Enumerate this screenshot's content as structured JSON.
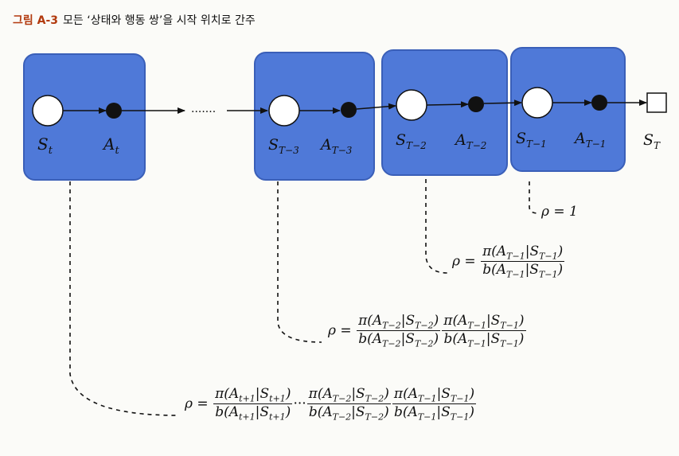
{
  "caption": {
    "label": "그림 A-3",
    "text": "모든 ‘상태와 행동 쌍’을 시작 위치로 간주"
  },
  "nodes": {
    "s_t": "S",
    "s_t_sub": "t",
    "a_t": "A",
    "a_t_sub": "t",
    "s_t3": "S",
    "s_t3_sub": "T−3",
    "a_t3": "A",
    "a_t3_sub": "T−3",
    "s_t2": "S",
    "s_t2_sub": "T−2",
    "a_t2": "A",
    "a_t2_sub": "T−2",
    "s_t1": "S",
    "s_t1_sub": "T−1",
    "a_t1": "A",
    "a_t1_sub": "T−1",
    "s_T": "S",
    "s_T_sub": "T"
  },
  "ellipsis": "·······",
  "formulas": {
    "rho1": "ρ = 1",
    "rho_lhs": "ρ =",
    "pi_t1": "π(A_{T−1}|S_{T−1})",
    "b_t1": "b(A_{T−1}|S_{T−1})",
    "pi_t2": "π(A_{T−2}|S_{T−2})",
    "b_t2": "b(A_{T−2}|S_{T−2})",
    "pi_tp1": "π(A_{t+1}|S_{t+1})",
    "b_tp1": "b(A_{t+1}|S_{t+1})",
    "cdots": "···"
  },
  "colors": {
    "box": "#4f79d8",
    "box_border": "#3a5fb8",
    "caption_label": "#b23a0e"
  }
}
